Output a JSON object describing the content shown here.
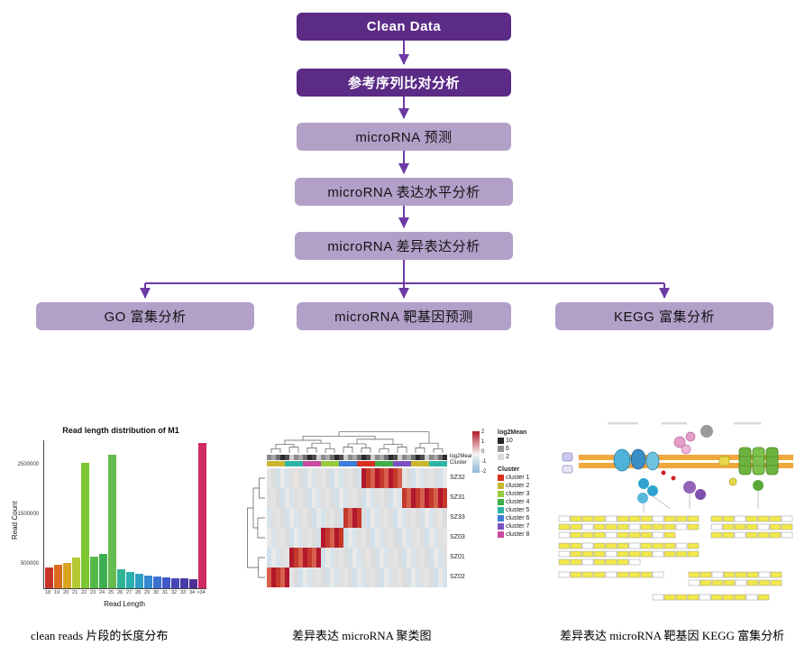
{
  "flowchart": {
    "nodes": [
      {
        "label": "Clean Data",
        "style": "dark"
      },
      {
        "label": "参考序列比对分析",
        "style": "dark"
      },
      {
        "label": "microRNA 预测",
        "style": "light"
      },
      {
        "label": "microRNA 表达水平分析",
        "style": "light"
      },
      {
        "label": "microRNA 差异表达分析",
        "style": "light"
      },
      {
        "label": "GO 富集分析",
        "style": "light"
      },
      {
        "label": "microRNA 靶基因预测",
        "style": "light"
      },
      {
        "label": "KEGG 富集分析",
        "style": "light"
      }
    ],
    "colors": {
      "dark_box": "#5b2b86",
      "light_box": "#b2a0c9",
      "arrow": "#6b3aa5"
    }
  },
  "captions": {
    "fig1": "clean reads 片段的长度分布",
    "fig2": "差异表达 microRNA 聚类图",
    "fig3": "差异表达 microRNA 靶基因 KEGG 富集分析"
  },
  "chart_data": [
    {
      "type": "bar",
      "title": "Read length distribution of M1",
      "xlabel": "Read Length",
      "ylabel": "Read Count",
      "categories": [
        "18",
        "19",
        "20",
        "21",
        "22",
        "23",
        "24",
        "25",
        "26",
        "27",
        "28",
        "29",
        "30",
        "31",
        "32",
        "33",
        "34",
        ">34"
      ],
      "values": [
        420000,
        470000,
        520000,
        620000,
        2550000,
        640000,
        700000,
        2700000,
        380000,
        330000,
        290000,
        260000,
        240000,
        220000,
        210000,
        200000,
        190000,
        2950000
      ],
      "colors": [
        "#c9342a",
        "#dd6a20",
        "#d9a520",
        "#b5c932",
        "#7dc832",
        "#55b948",
        "#3eae52",
        "#66bb4e",
        "#2fb394",
        "#2aaeb0",
        "#2f9fc4",
        "#3389cf",
        "#3a6fd0",
        "#4158c7",
        "#4747b8",
        "#4a3aa8",
        "#513096",
        "#cf2a63"
      ],
      "ylim": [
        0,
        3000000
      ],
      "yticks": [
        500000,
        1500000,
        2500000
      ]
    },
    {
      "type": "heatmap",
      "n_cols": 40,
      "row_labels": [
        "SZ32",
        "SZ31",
        "SZ33",
        "SZ03",
        "SZ01",
        "SZ02"
      ],
      "rows": [
        {
          "red_start": 0.52,
          "red_end": 0.74
        },
        {
          "red_start": 0.74,
          "red_end": 1.0
        },
        {
          "red_start": 0.42,
          "red_end": 0.52
        },
        {
          "red_start": 0.28,
          "red_end": 0.42
        },
        {
          "red_start": 0.12,
          "red_end": 0.28
        },
        {
          "red_start": 0.0,
          "red_end": 0.12
        }
      ],
      "annotation_labels": [
        "log2Mean",
        "Cluster"
      ],
      "color_key": {
        "tick_labels": [
          "2",
          "1",
          "0",
          "-1",
          "-2"
        ]
      },
      "size_legend": {
        "title": "log2Mean",
        "labels": [
          "10",
          "6",
          "2"
        ],
        "colors": [
          "#252525",
          "#969696",
          "#d9d9d9"
        ]
      },
      "cluster_legend": {
        "title": "Cluster",
        "entries": [
          "cluster 1",
          "cluster 2",
          "cluster 3",
          "cluster 4",
          "cluster 5",
          "cluster 6",
          "cluster 7",
          "cluster 8"
        ],
        "colors": [
          "#d7301f",
          "#c9b52e",
          "#97c93d",
          "#3fae49",
          "#2bb5a0",
          "#3b7dd8",
          "#7b52c1",
          "#c74aa0"
        ]
      }
    }
  ]
}
